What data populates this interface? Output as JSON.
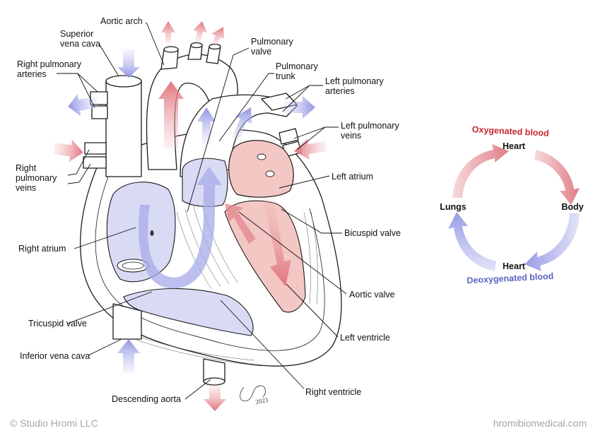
{
  "labels": {
    "aortic_arch": "Aortic arch",
    "superior_vena_cava_1": "Superior",
    "superior_vena_cava_2": "vena cava",
    "right_pulmonary_arteries_1": "Right pulmonary",
    "right_pulmonary_arteries_2": "arteries",
    "right_pulmonary_veins_1": "Right",
    "right_pulmonary_veins_2": "pulmonary",
    "right_pulmonary_veins_3": "veins",
    "right_atrium": "Right atrium",
    "tricuspid_valve": "Tricuspid valve",
    "inferior_vena_cava": "Inferior vena cava",
    "descending_aorta": "Descending aorta",
    "pulmonary_valve_1": "Pulmonary",
    "pulmonary_valve_2": "valve",
    "pulmonary_trunk_1": "Pulmonary",
    "pulmonary_trunk_2": "trunk",
    "left_pulmonary_arteries_1": "Left pulmonary",
    "left_pulmonary_arteries_2": "arteries",
    "left_pulmonary_veins_1": "Left pulmonary",
    "left_pulmonary_veins_2": "veins",
    "left_atrium": "Left atrium",
    "bicuspid_valve": "Bicuspid valve",
    "aortic_valve": "Aortic valve",
    "left_ventricle": "Left ventricle",
    "right_ventricle": "Right ventricle"
  },
  "cycle": {
    "oxygenated_title": "Oxygenated blood",
    "deoxygenated_title": "Deoxygenated blood",
    "top": "Heart",
    "right": "Body",
    "bottom": "Heart",
    "left": "Lungs"
  },
  "signature": "2023",
  "footer": {
    "copyright": "© Studio Hromi LLC",
    "website": "hromibiomedical.com"
  },
  "colors": {
    "oxygenated": "#e07d86",
    "deoxygenated": "#9a9ee6",
    "oxygenated_text": "#c8262f",
    "deoxygenated_text": "#5a5fc4"
  }
}
